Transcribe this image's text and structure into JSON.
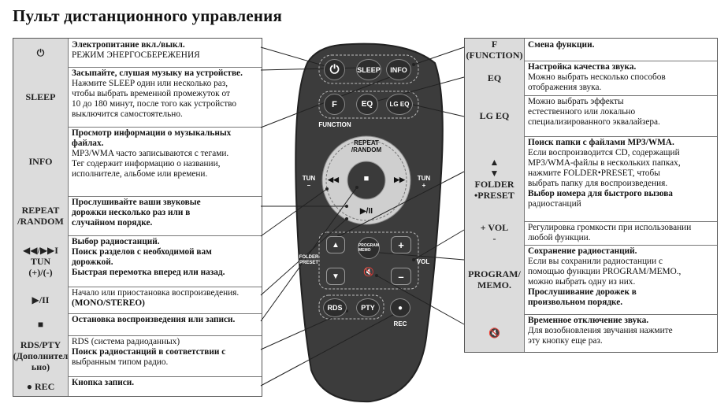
{
  "title": "Пульт дистанционного управления",
  "left_table": [
    {
      "key_lines": [
        "⏻"
      ],
      "desc": [
        {
          "t": "Электропитание вкл./выкл.",
          "b": true
        },
        {
          "t": "РЕЖИМ ЭНЕРГОСБЕРЕЖЕНИЯ",
          "b": false
        }
      ]
    },
    {
      "key_lines": [
        "SLEEP"
      ],
      "desc": [
        {
          "t": "Засыпайте, слушая музыку на устройстве.",
          "b": true
        },
        {
          "t": "Нажмите SLEEP один или несколько раз,",
          "b": false
        },
        {
          "t": "чтобы выбрать временной промежуток от",
          "b": false
        },
        {
          "t": "10 до 180 минут, после того как устройство",
          "b": false
        },
        {
          "t": "выключится самостоятельно.",
          "b": false
        }
      ]
    },
    {
      "key_lines": [
        "INFO"
      ],
      "desc": [
        {
          "t": "Просмотр информации о музыкальных",
          "b": true
        },
        {
          "t": "файлах.",
          "b": true
        },
        {
          "t": "MP3/WMA часто записываются с тегами.",
          "b": false
        },
        {
          "t": "Тег содержит информацию о названии,",
          "b": false
        },
        {
          "t": "исполнителе, альбоме или времени.",
          "b": false
        }
      ]
    },
    {
      "key_lines": [
        "REPEAT",
        "/RANDOM"
      ],
      "desc": [
        {
          "t": "Прослушивайте ваши звуковые",
          "b": true
        },
        {
          "t": "дорожки несколько раз или в",
          "b": true
        },
        {
          "t": "случайном порядке.",
          "b": true
        }
      ]
    },
    {
      "key_lines": [
        "◀◀/▶▶I",
        "TUN",
        "(+)/(-)"
      ],
      "desc": [
        {
          "t": "Выбор радиостанций.",
          "b": true
        },
        {
          "t": "Поиск разделов с необходимой вам",
          "b": true
        },
        {
          "t": "дорожкой.",
          "b": true
        },
        {
          "t": "Быстрая перемотка вперед  или назад.",
          "b": true
        }
      ]
    },
    {
      "key_lines": [
        "▶/II"
      ],
      "desc": [
        {
          "t": "Начало или приостановка воспроизведения.",
          "b": false
        },
        {
          "t": "(MONO/STEREO)",
          "b": true
        }
      ]
    },
    {
      "key_lines": [
        "■"
      ],
      "desc": [
        {
          "t": "Остановка воспроизведения или записи.",
          "b": true
        }
      ]
    },
    {
      "key_lines": [
        "RDS/PTY",
        "(Дополнител",
        "ьно)"
      ],
      "desc": [
        {
          "t": "RDS (система радиоданных)",
          "b": false
        },
        {
          "t": "Поиск радиостанций в соответствии с",
          "b": true
        },
        {
          "t": "выбранным типом радио.",
          "b": false
        }
      ]
    },
    {
      "key_lines": [
        "● REC"
      ],
      "desc": [
        {
          "t": "Кнопка записи.",
          "b": true
        }
      ]
    }
  ],
  "right_table": [
    {
      "key_lines": [
        "F",
        "(FUNCTION)"
      ],
      "desc": [
        {
          "t": "Смена функции.",
          "b": true
        }
      ]
    },
    {
      "key_lines": [
        "EQ"
      ],
      "desc": [
        {
          "t": "Настройка качества звука.",
          "b": true
        },
        {
          "t": "Можно выбрать несколько способов",
          "b": false
        },
        {
          "t": "отображения звука.",
          "b": false
        }
      ]
    },
    {
      "key_lines": [
        "LG EQ"
      ],
      "desc": [
        {
          "t": "Можно выбрать эффекты",
          "b": false
        },
        {
          "t": "естественного или локально",
          "b": false
        },
        {
          "t": "специализированного эквалайзера.",
          "b": false
        }
      ]
    },
    {
      "key_lines": [
        "▲",
        "▼",
        "FOLDER",
        "•PRESET"
      ],
      "desc": [
        {
          "t": "Поиск папки с файлами MP3/WMA.",
          "b": true
        },
        {
          "t": "Если воспроизводится CD, содержащий",
          "b": false
        },
        {
          "t": "MP3/WMA-файлы в нескольких папках,",
          "b": false
        },
        {
          "t": "нажмите FOLDER•PRESET, чтобы",
          "b": false
        },
        {
          "t": "выбрать папку для воспроизведения.",
          "b": false
        },
        {
          "t": "Выбор номера для быстрого вызова",
          "b": true
        },
        {
          "t": "радиостанций",
          "b": false
        }
      ]
    },
    {
      "key_lines": [
        "+ VOL",
        "-"
      ],
      "desc": [
        {
          "t": "Регулировка громкости при использовании",
          "b": false
        },
        {
          "t": "любой функции.",
          "b": false
        }
      ]
    },
    {
      "key_lines": [
        "PROGRAM/",
        "MEMO."
      ],
      "desc": [
        {
          "t": "Сохранение радиостанций.",
          "b": true
        },
        {
          "t": "Если вы сохранили радиостанции с",
          "b": false
        },
        {
          "t": "помощью функции PROGRAM/MEMO.,",
          "b": false
        },
        {
          "t": "можно выбрать одну из них.",
          "b": false
        },
        {
          "t": "Прослушивание дорожек в",
          "b": true
        },
        {
          "t": "произвольном порядке.",
          "b": true
        }
      ]
    },
    {
      "key_lines": [
        "🔇"
      ],
      "desc": [
        {
          "t": "Временное отключение звука.",
          "b": true
        },
        {
          "t": "Для возобновления звучания нажмите",
          "b": false
        },
        {
          "t": "эту кнопку еще раз.",
          "b": false
        }
      ]
    }
  ],
  "remote": {
    "power": "⏻",
    "sleep": "SLEEP",
    "info": "INFO",
    "f": "F",
    "eq": "EQ",
    "lgeq": "LG EQ",
    "function_label": "FUNCTION",
    "repeat": "REPEAT\n/RANDOM",
    "tun_minus": "TUN\n–",
    "tun_plus": "TUN\n+",
    "prev": "◀◀",
    "next": "▶▶",
    "stop": "■",
    "play": "▶/II",
    "folder_label": "FOLDER\nPRESET",
    "vol_label": "VOL",
    "program": "PROGRAM\nMEMO",
    "up": "▲",
    "down": "▼",
    "plus": "+",
    "minus": "–",
    "mute": "🔇",
    "rds": "RDS",
    "pty": "PTY",
    "rec_dot": "●",
    "rec": "REC"
  }
}
